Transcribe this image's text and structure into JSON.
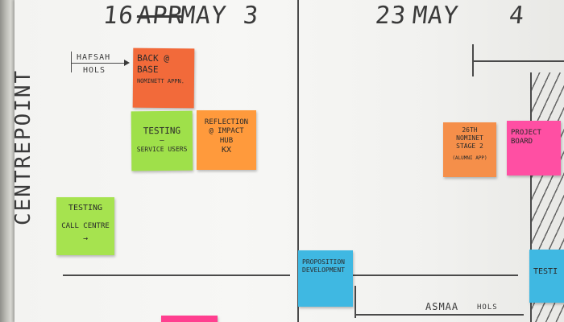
{
  "board": {
    "vertical_label": "CENTREPOINT",
    "headers": {
      "date_16": "16",
      "apr": "APR",
      "may_1": "MAY",
      "date_3": "3",
      "date_23": "23",
      "may_2": "MAY",
      "date_4": "4"
    },
    "annotations": {
      "hafsah_line1": "HAFSAH",
      "hafsah_line2": "HOLS",
      "asmaa": "ASMAA",
      "asmaa_hols": "HOLS"
    }
  },
  "stickies": {
    "back_at_base": {
      "lines": [
        "BACK @",
        "BASE"
      ],
      "sub": "NOMINETT APPN.",
      "color": "#f26a3a"
    },
    "testing_service_users": {
      "lines": [
        "TESTING",
        "—",
        "SERVICE USERS"
      ],
      "color": "#9fe04a"
    },
    "reflection": {
      "lines": [
        "REFLECTION",
        "@ IMPACT",
        "HUB",
        "KX"
      ],
      "color": "#ff9a3c"
    },
    "testing_call_centre": {
      "lines": [
        "TESTING",
        "CALL CENTRE"
      ],
      "color": "#a6e34f"
    },
    "nominet_stage2": {
      "lines": [
        "26TH",
        "NOMINET",
        "STAGE 2"
      ],
      "sub": "(ALUMNI APP)",
      "color": "#f58f4a"
    },
    "project_board": {
      "lines": [
        "PROJECT",
        "BOARD"
      ],
      "color": "#ff4fa3"
    },
    "proposition_development": {
      "lines": [
        "PROPOSITION",
        "DEVELOPMENT"
      ],
      "color": "#3fb8e2"
    },
    "testing_right": {
      "lines": [
        "TESTI"
      ],
      "color": "#3fb8e2"
    },
    "pink_bottom": {
      "color": "#ff3f8f"
    }
  }
}
